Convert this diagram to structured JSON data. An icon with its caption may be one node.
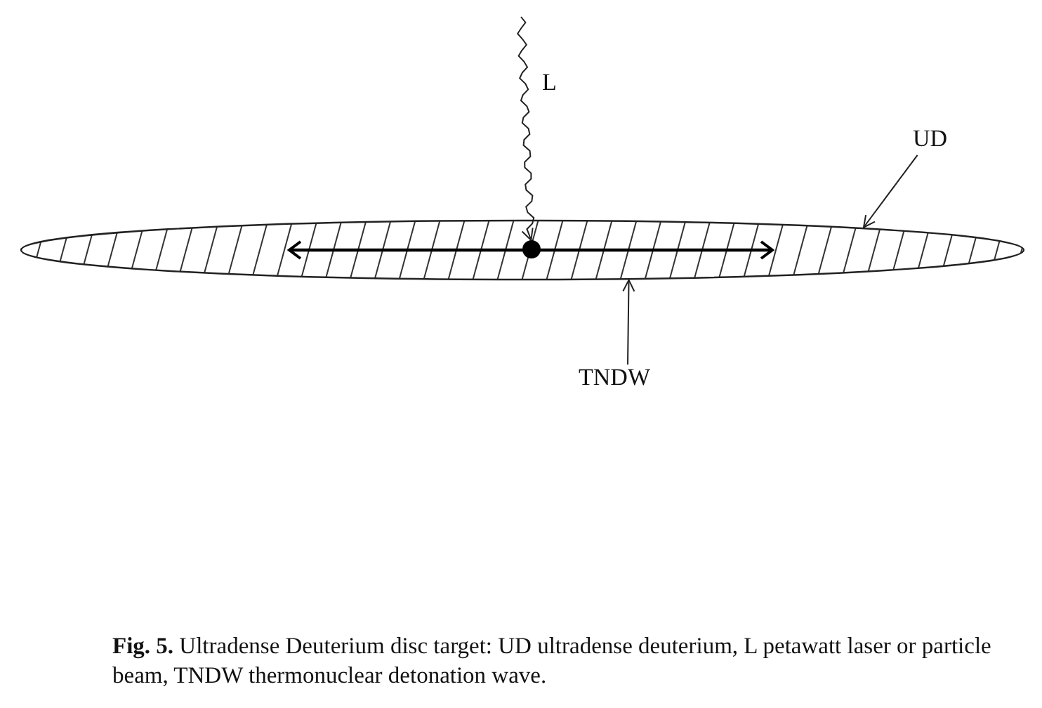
{
  "diagram": {
    "caption": "**Fig. 5.** Ultradense Deuterium disc target: UD ultradense deuterium, L petawatt laser or particle beam, TNDW thermonuclear detonation wave.",
    "nodes": [
      {
        "text": [],
        "shape": "ellipse"
      },
      {
        "text": [],
        "shape": "circle",
        "in": 0
      },
      {
        "text": [
          "UD"
        ]
      },
      {
        "text": [
          "TNDW"
        ]
      }
    ],
    "edges": [
      {
        "from": null,
        "to": 1,
        "arrow": "to",
        "label": "L"
      },
      {
        "from": 2,
        "to": 0,
        "arrow": "to"
      },
      {
        "from": 3,
        "to": 0,
        "arrow": "to"
      }
    ]
  }
}
